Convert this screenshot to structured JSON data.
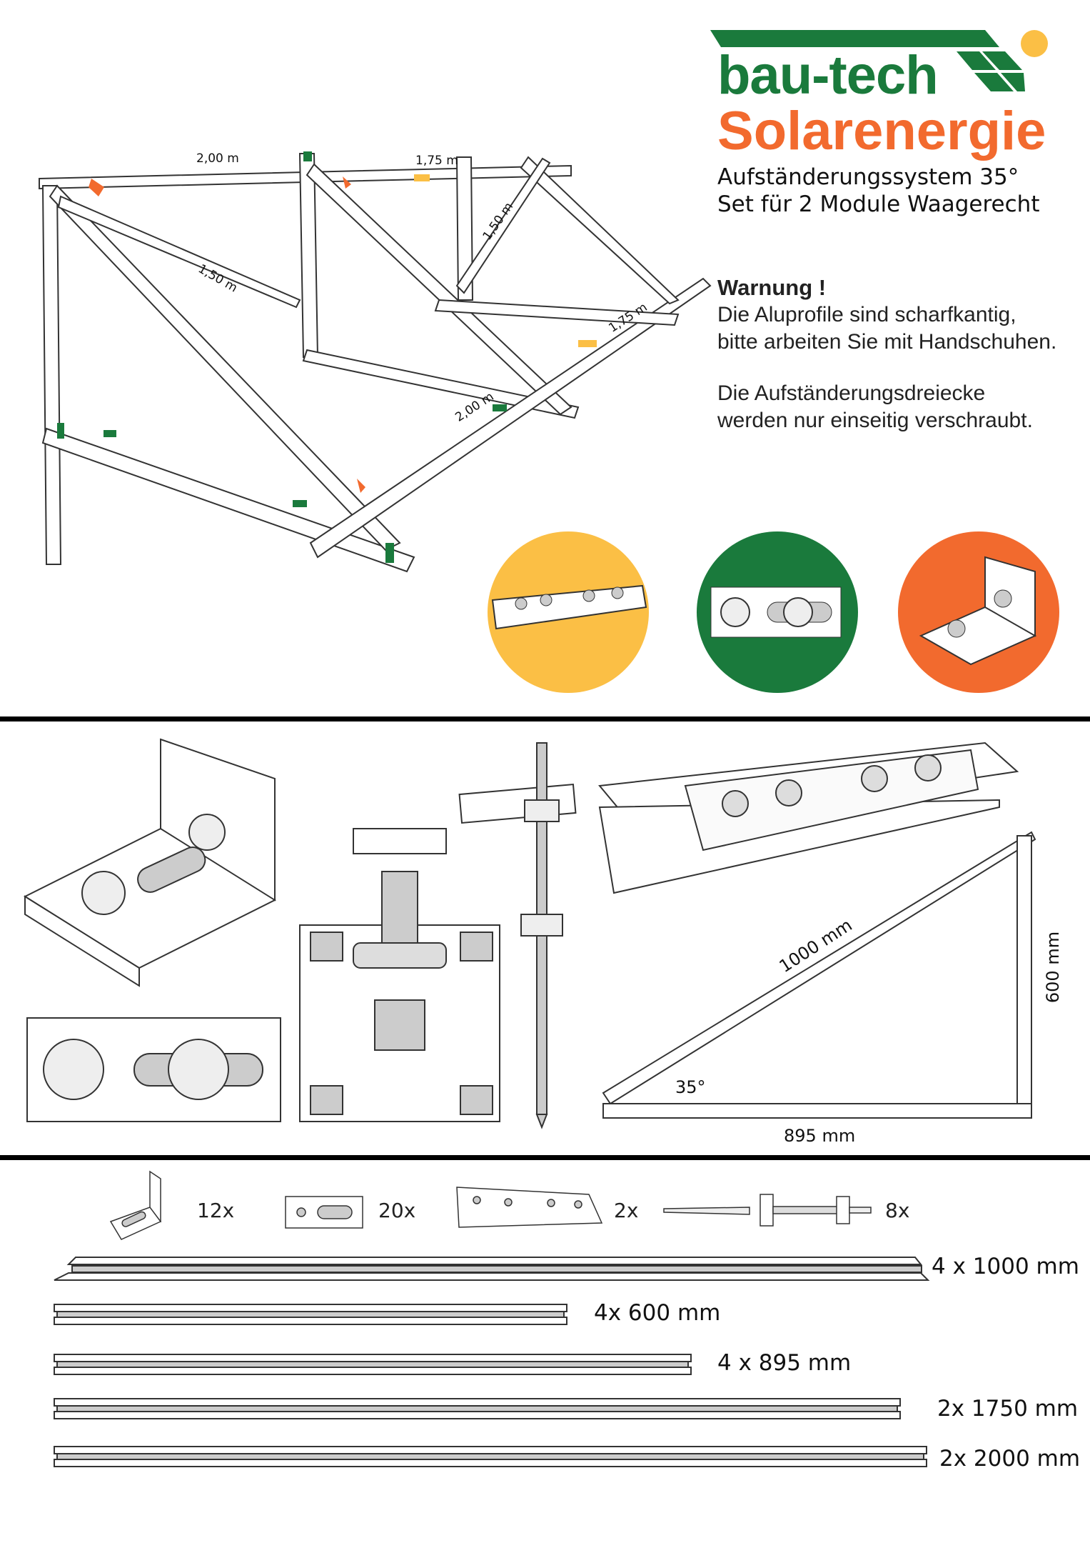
{
  "brand": {
    "name": "bau-tech",
    "tagline": "Solarenergie",
    "colors": {
      "green": "#1a7a3c",
      "orange": "#f26a2e",
      "yellow": "#fbbf45"
    }
  },
  "product": {
    "line1": "Aufständerungssystem 35°",
    "line2": "Set für 2 Module Waagerecht"
  },
  "warning": {
    "title": "Warnung !",
    "line1": "Die Aluprofile sind scharfkantig,",
    "line2": "bitte arbeiten Sie mit Handschuhen.",
    "line3": "Die Aufständerungsdreiecke",
    "line4": "werden nur einseitig verschraubt."
  },
  "frame_dimensions": [
    "2,00 m",
    "1,75 m",
    "1,50 m",
    "1,50 m",
    "1,75 m",
    "2,00 m"
  ],
  "triangle": {
    "hypotenuse": "1000 mm",
    "height": "600 mm",
    "angle": "35°",
    "base": "895 mm"
  },
  "parts": [
    {
      "icon": "angle-bracket-icon",
      "qty": "12x"
    },
    {
      "icon": "slot-plate-icon",
      "qty": "20x"
    },
    {
      "icon": "connector-plate-icon",
      "qty": "2x"
    },
    {
      "icon": "hanger-bolt-icon",
      "qty": "8x"
    }
  ],
  "profiles": [
    {
      "label": "4 x 1000 mm"
    },
    {
      "label": "4x 600 mm"
    },
    {
      "label": "4 x 895 mm"
    },
    {
      "label": "2x 1750 mm"
    },
    {
      "label": "2x 2000 mm"
    }
  ]
}
